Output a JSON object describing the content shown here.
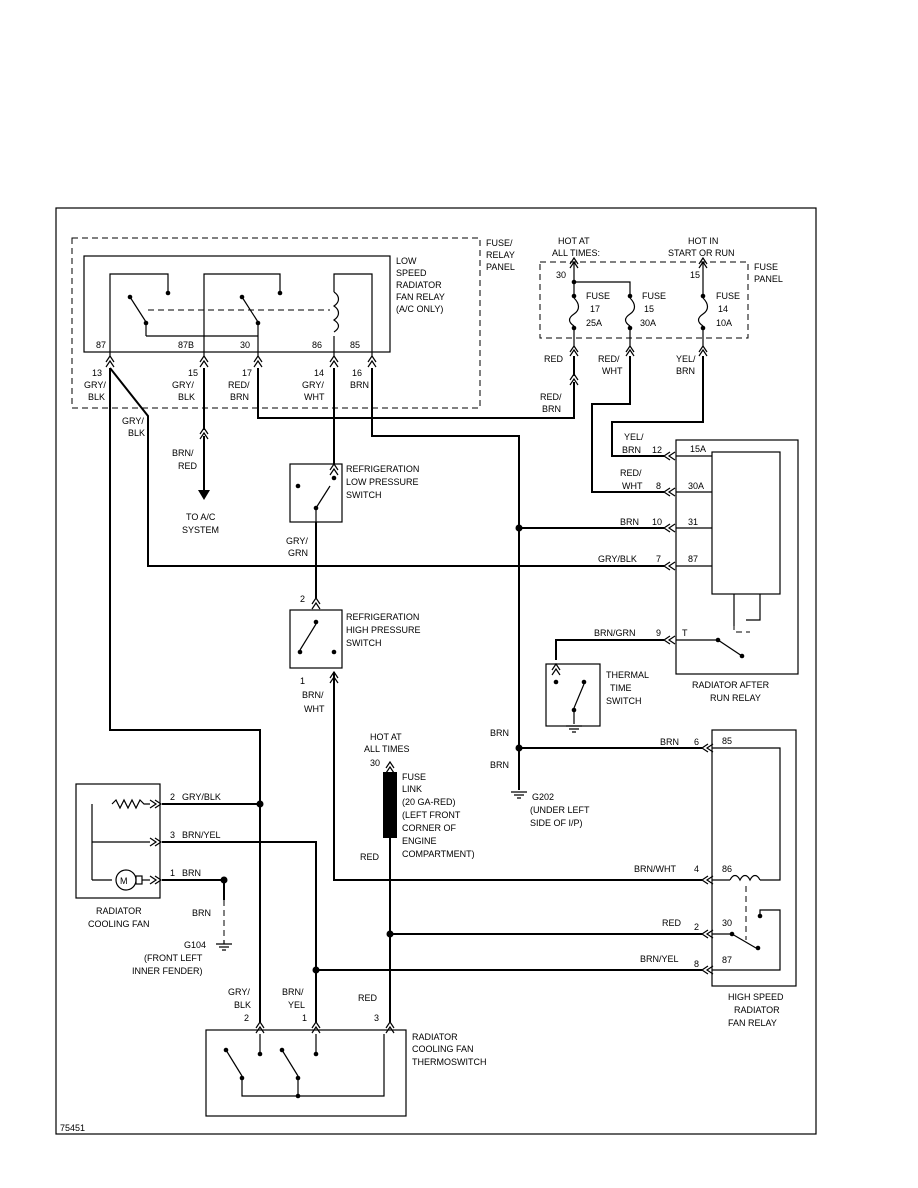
{
  "diagram_id": "75451",
  "fuse_relay_panel": {
    "title": [
      "FUSE/",
      "RELAY",
      "PANEL"
    ],
    "relay_label": [
      "LOW",
      "SPEED",
      "RADIATOR",
      "FAN RELAY",
      "(A/C ONLY)"
    ],
    "terminals": [
      "87",
      "87B",
      "30",
      "86",
      "85"
    ],
    "pins": [
      {
        "pin": "13",
        "wire": [
          "GRY/",
          "BLK"
        ]
      },
      {
        "pin": "15",
        "wire": [
          "GRY/",
          "BLK"
        ]
      },
      {
        "pin": "17",
        "wire": [
          "RED/",
          "BRN"
        ]
      },
      {
        "pin": "14",
        "wire": [
          "GRY/",
          "WHT"
        ]
      },
      {
        "pin": "16",
        "wire": [
          "BRN"
        ]
      }
    ]
  },
  "fuse_panel": {
    "title": [
      "FUSE",
      "PANEL"
    ],
    "hot_at_all_times": [
      "HOT AT",
      "ALL TIMES:"
    ],
    "hot_in_start": [
      "HOT IN",
      "START OR RUN"
    ],
    "terminal_30": "30",
    "terminal_15": "15",
    "fuses": [
      {
        "label": [
          "FUSE",
          "17",
          "25A"
        ]
      },
      {
        "label": [
          "FUSE",
          "15",
          "30A"
        ]
      },
      {
        "label": [
          "FUSE",
          "14",
          "10A"
        ]
      }
    ],
    "out_wires": [
      [
        "RED"
      ],
      [
        "RED/",
        "WHT"
      ],
      [
        "YEL/",
        "BRN"
      ]
    ]
  },
  "wires": {
    "gry_blk_side": [
      "GRY/",
      "BLK"
    ],
    "brn_red": [
      "BRN/",
      "RED"
    ],
    "red_brn": [
      "RED/",
      "BRN"
    ],
    "gry_grn": [
      "GRY/",
      "GRN"
    ],
    "brn_wht": [
      "BRN/",
      "WHT"
    ],
    "brn_mid1": "BRN",
    "brn_mid2": "BRN",
    "red_fuse_link": "RED",
    "red_thermo": "RED",
    "fan_brn": "BRN",
    "gry_blk_bottom": [
      "GRY/",
      "BLK"
    ],
    "brn_yel_bottom": [
      "BRN/",
      "YEL"
    ]
  },
  "to_ac": [
    "TO A/C",
    "SYSTEM"
  ],
  "low_pressure_switch": [
    "REFRIGERATION",
    "LOW PRESSURE",
    "SWITCH"
  ],
  "high_pressure_switch": {
    "label": [
      "REFRIGERATION",
      "HIGH PRESSURE",
      "SWITCH"
    ],
    "pin_top": "2",
    "pin_bottom": "1"
  },
  "after_run_relay": {
    "label": [
      "RADIATOR AFTER",
      "RUN RELAY"
    ],
    "pins": [
      {
        "wire": "YEL/ BRN",
        "wire_lines": [
          "YEL/",
          "BRN"
        ],
        "pin": "12",
        "term": "15A"
      },
      {
        "wire_lines": [
          "RED/",
          "WHT"
        ],
        "pin": "8",
        "term": "30A"
      },
      {
        "wire_lines": [
          "BRN"
        ],
        "pin": "10",
        "term": "31"
      },
      {
        "wire_lines": [
          "GRY/BLK"
        ],
        "pin": "7",
        "term": "87"
      },
      {
        "wire_lines": [
          "BRN/GRN"
        ],
        "pin": "9",
        "term": "T"
      }
    ]
  },
  "thermal_time_switch": [
    "THERMAL",
    "TIME",
    "SWITCH"
  ],
  "fuse_link": {
    "hot": [
      "HOT AT",
      "ALL TIMES"
    ],
    "terminal": "30",
    "label": [
      "FUSE",
      "LINK",
      "(20 GA-RED)",
      "(LEFT FRONT",
      "CORNER OF",
      "ENGINE",
      "COMPARTMENT)"
    ]
  },
  "g202": [
    "G202",
    "(UNDER LEFT",
    "SIDE OF I/P)"
  ],
  "radiator_fan": {
    "label": [
      "RADIATOR",
      "COOLING FAN"
    ],
    "motor": "M",
    "pins": [
      {
        "pin": "2",
        "wire": "GRY/BLK"
      },
      {
        "pin": "3",
        "wire": "BRN/YEL"
      },
      {
        "pin": "1",
        "wire": "BRN"
      }
    ]
  },
  "g104": [
    "G104",
    "(FRONT LEFT",
    "INNER FENDER)"
  ],
  "high_speed_relay": {
    "label": [
      "HIGH SPEED",
      "RADIATOR",
      "FAN RELAY"
    ],
    "pins": [
      {
        "wire": "BRN",
        "pin": "6",
        "term": "85"
      },
      {
        "wire": "BRN/WHT",
        "pin": "4",
        "term": "86"
      },
      {
        "wire": "RED",
        "pin": "2",
        "term": "30"
      },
      {
        "wire": "BRN/YEL",
        "pin": "8",
        "term": "87"
      }
    ]
  },
  "thermoswitch": {
    "label": [
      "RADIATOR",
      "COOLING FAN",
      "THERMOSWITCH"
    ],
    "pins": [
      "2",
      "1",
      "3"
    ],
    "wire_red": "RED"
  }
}
